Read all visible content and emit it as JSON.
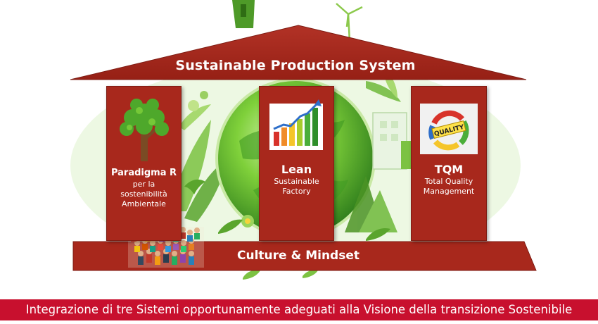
{
  "diagram": {
    "roof_title": "Sustainable Production System",
    "pillars": [
      {
        "title": "Paradigma R",
        "subtitle": "per la\nsostenibilità\nAmbientale",
        "icon": "tree-icon"
      },
      {
        "title": "Lean",
        "subtitle": "Sustainable\nFactory",
        "icon": "growth-chart-icon"
      },
      {
        "title": "TQM",
        "subtitle": "Total Quality\nManagement",
        "icon": "quality-cycle-icon"
      }
    ],
    "base_title": "Culture & Mindset",
    "quality_badge_text": "QUALITY"
  },
  "caption": "Integrazione di tre Sistemi opportunamente adeguati alla Visione della transizione Sostenibile",
  "colors": {
    "pillar_red": "#a8281c",
    "caption_red": "#c8102e",
    "globe_green": "#5db52e",
    "foliage_green": "#7cc242"
  }
}
